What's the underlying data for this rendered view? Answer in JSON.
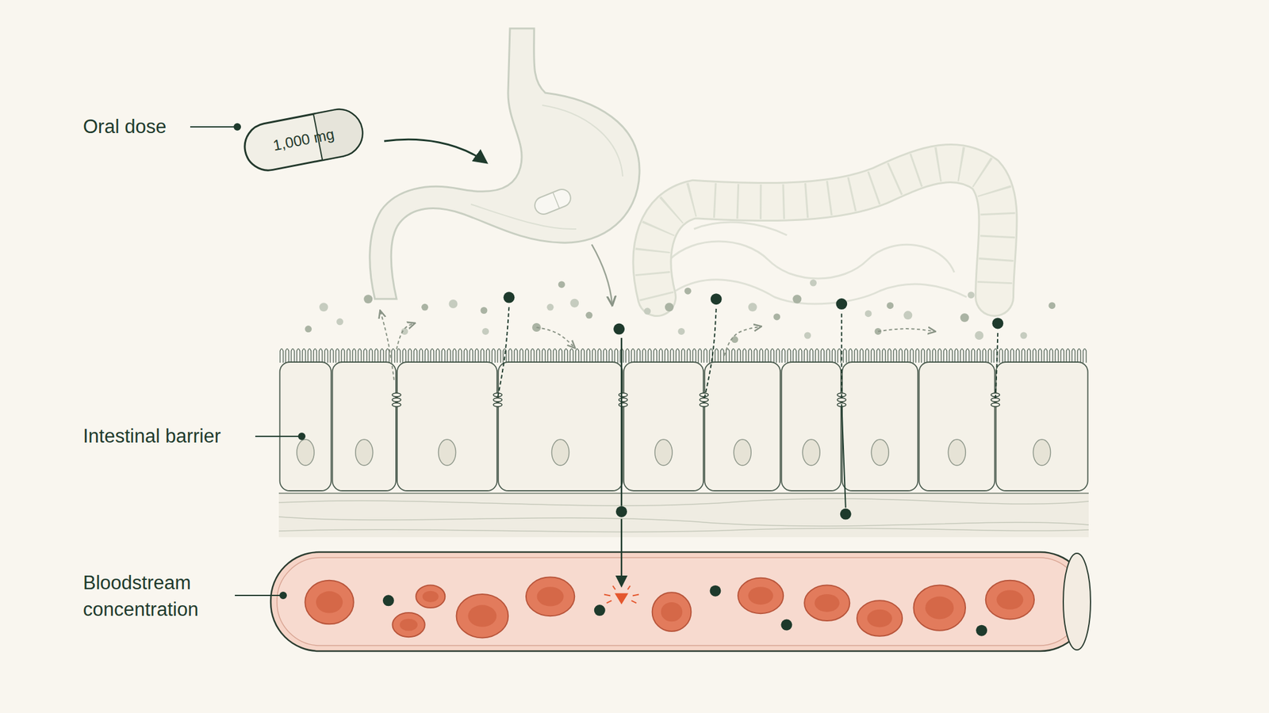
{
  "diagram": {
    "nodes": [
      {
        "text": [
          "1,000 mg"
        ]
      }
    ],
    "labels": [
      "Oral dose",
      "Intestinal barrier",
      "Bloodstream concentration"
    ]
  }
}
